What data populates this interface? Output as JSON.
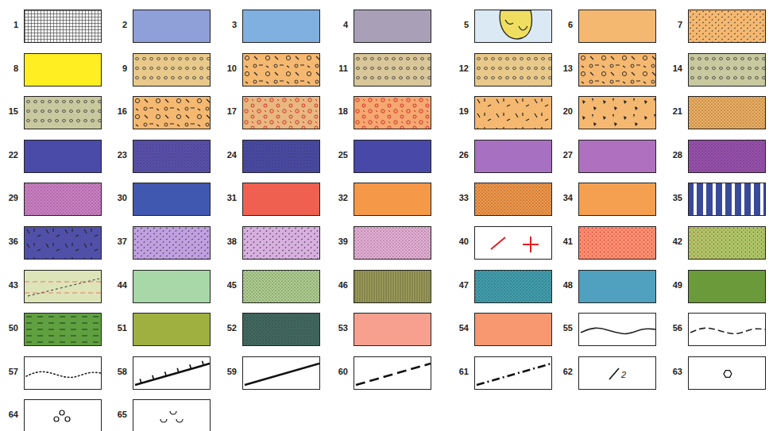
{
  "diagram": {
    "labels": [
      "2"
    ],
    "legend": [
      {
        "text": "1",
        "color": "#f4f4f4"
      },
      {
        "text": "2",
        "color": "#8f9fd8"
      },
      {
        "text": "3",
        "color": "#7fb0e0"
      },
      {
        "text": "4",
        "color": "#a9a0b8"
      },
      {
        "text": "5",
        "color": "#dbe9f4"
      },
      {
        "text": "6",
        "color": "#f5b870"
      },
      {
        "text": "7",
        "color": "#f5b870"
      },
      {
        "text": "8",
        "color": "#ffee22"
      },
      {
        "text": "9",
        "color": "#e8c98a"
      },
      {
        "text": "10",
        "color": "#f5b870"
      },
      {
        "text": "11",
        "color": "#d9c79a"
      },
      {
        "text": "12",
        "color": "#e8c98a"
      },
      {
        "text": "13",
        "color": "#f5b870"
      },
      {
        "text": "14",
        "color": "#c9c9a0"
      },
      {
        "text": "15",
        "color": "#c9c9a0"
      },
      {
        "text": "16",
        "color": "#f5b870"
      },
      {
        "text": "17",
        "color": "#e8b880"
      },
      {
        "text": "18",
        "color": "#f5a870"
      },
      {
        "text": "19",
        "color": "#f5b870"
      },
      {
        "text": "20",
        "color": "#f5b870"
      },
      {
        "text": "21",
        "color": "#f0b060"
      },
      {
        "text": "22",
        "color": "#4a4aa8"
      },
      {
        "text": "23",
        "color": "#5a50b0"
      },
      {
        "text": "24",
        "color": "#4a4aa8"
      },
      {
        "text": "25",
        "color": "#4848a8"
      },
      {
        "text": "26",
        "color": "#a870c0"
      },
      {
        "text": "27",
        "color": "#b070c0"
      },
      {
        "text": "28",
        "color": "#9a50b0"
      },
      {
        "text": "29",
        "color": "#d080c8"
      },
      {
        "text": "30",
        "color": "#4058b0"
      },
      {
        "text": "31",
        "color": "#f06050"
      },
      {
        "text": "32",
        "color": "#f59848"
      },
      {
        "text": "33",
        "color": "#f59848"
      },
      {
        "text": "34",
        "color": "#f5a050"
      },
      {
        "text": "35",
        "color": "#3a4a9a"
      },
      {
        "text": "36",
        "color": "#5050a8"
      },
      {
        "text": "37",
        "color": "#c0a0e0"
      },
      {
        "text": "38",
        "color": "#d8b0e0"
      },
      {
        "text": "39",
        "color": "#e8b0d8"
      },
      {
        "text": "40"
      },
      {
        "text": "41",
        "color": "#f79070"
      },
      {
        "text": "42",
        "color": "#a8c868"
      },
      {
        "text": "43",
        "color": "#dde4b8"
      },
      {
        "text": "44",
        "color": "#a8d8a8"
      },
      {
        "text": "45",
        "color": "#b0d090"
      },
      {
        "text": "46",
        "color": "#a0a060"
      },
      {
        "text": "47",
        "color": "#40a0b0"
      },
      {
        "text": "48",
        "color": "#50a0c0"
      },
      {
        "text": "49",
        "color": "#6a9a3a"
      },
      {
        "text": "50",
        "color": "#60a040"
      },
      {
        "text": "51",
        "color": "#a0b040"
      },
      {
        "text": "52",
        "color": "#406a60"
      },
      {
        "text": "53",
        "color": "#f8a090"
      },
      {
        "text": "54",
        "color": "#f89870"
      },
      {
        "text": "55"
      },
      {
        "text": "56"
      },
      {
        "text": "57"
      },
      {
        "text": "58"
      },
      {
        "text": "59"
      },
      {
        "text": "60"
      },
      {
        "text": "61"
      },
      {
        "text": "62"
      },
      {
        "text": "63"
      },
      {
        "text": "64"
      },
      {
        "text": "65"
      }
    ]
  }
}
